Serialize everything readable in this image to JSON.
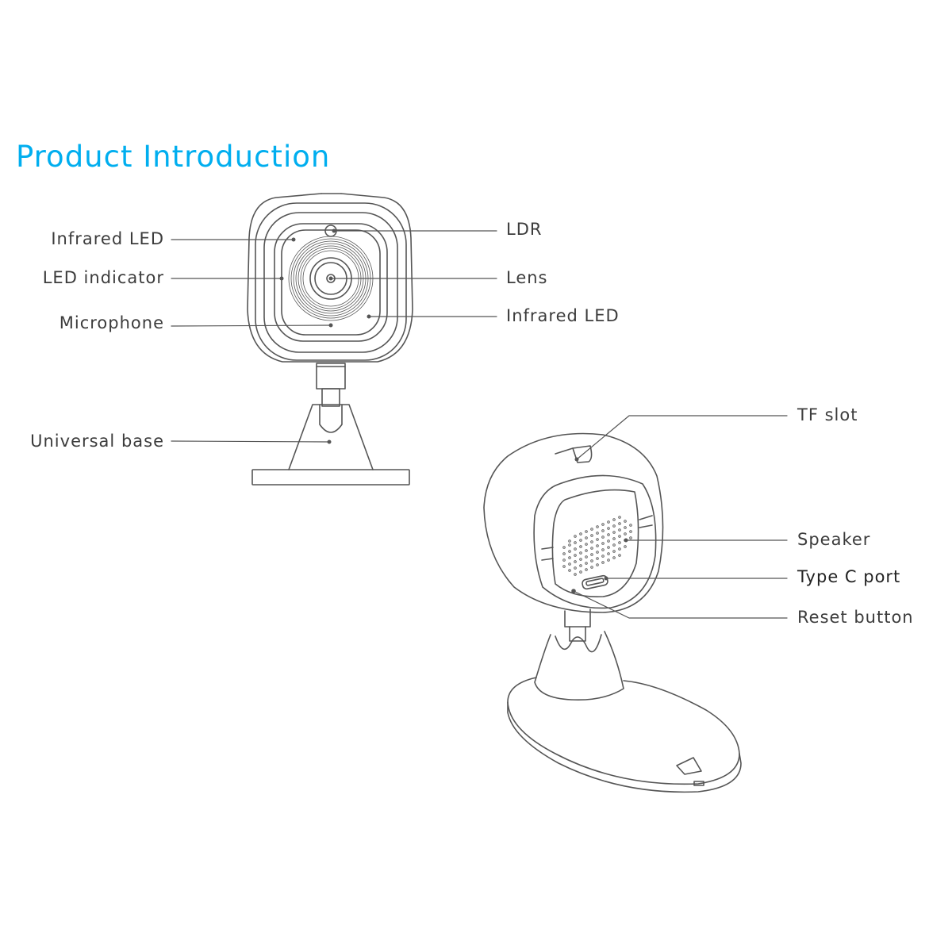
{
  "title": "Product Introduction",
  "colors": {
    "title": "#00aeef",
    "label_text": "#3c3c3c",
    "line": "#555555"
  },
  "front_view": {
    "labels": [
      {
        "id": "infrared-led-left",
        "text": "Infrared LED"
      },
      {
        "id": "led-indicator",
        "text": "LED indicator"
      },
      {
        "id": "microphone",
        "text": "Microphone"
      },
      {
        "id": "universal-base",
        "text": "Universal base"
      },
      {
        "id": "ldr",
        "text": "LDR"
      },
      {
        "id": "lens",
        "text": "Lens"
      },
      {
        "id": "infrared-led-right",
        "text": "Infrared LED"
      }
    ]
  },
  "rear_view": {
    "labels": [
      {
        "id": "tf-slot",
        "text": "TF slot"
      },
      {
        "id": "speaker",
        "text": "Speaker"
      },
      {
        "id": "type-c-port",
        "text": "Type C port"
      },
      {
        "id": "reset-button",
        "text": "Reset button"
      }
    ]
  }
}
